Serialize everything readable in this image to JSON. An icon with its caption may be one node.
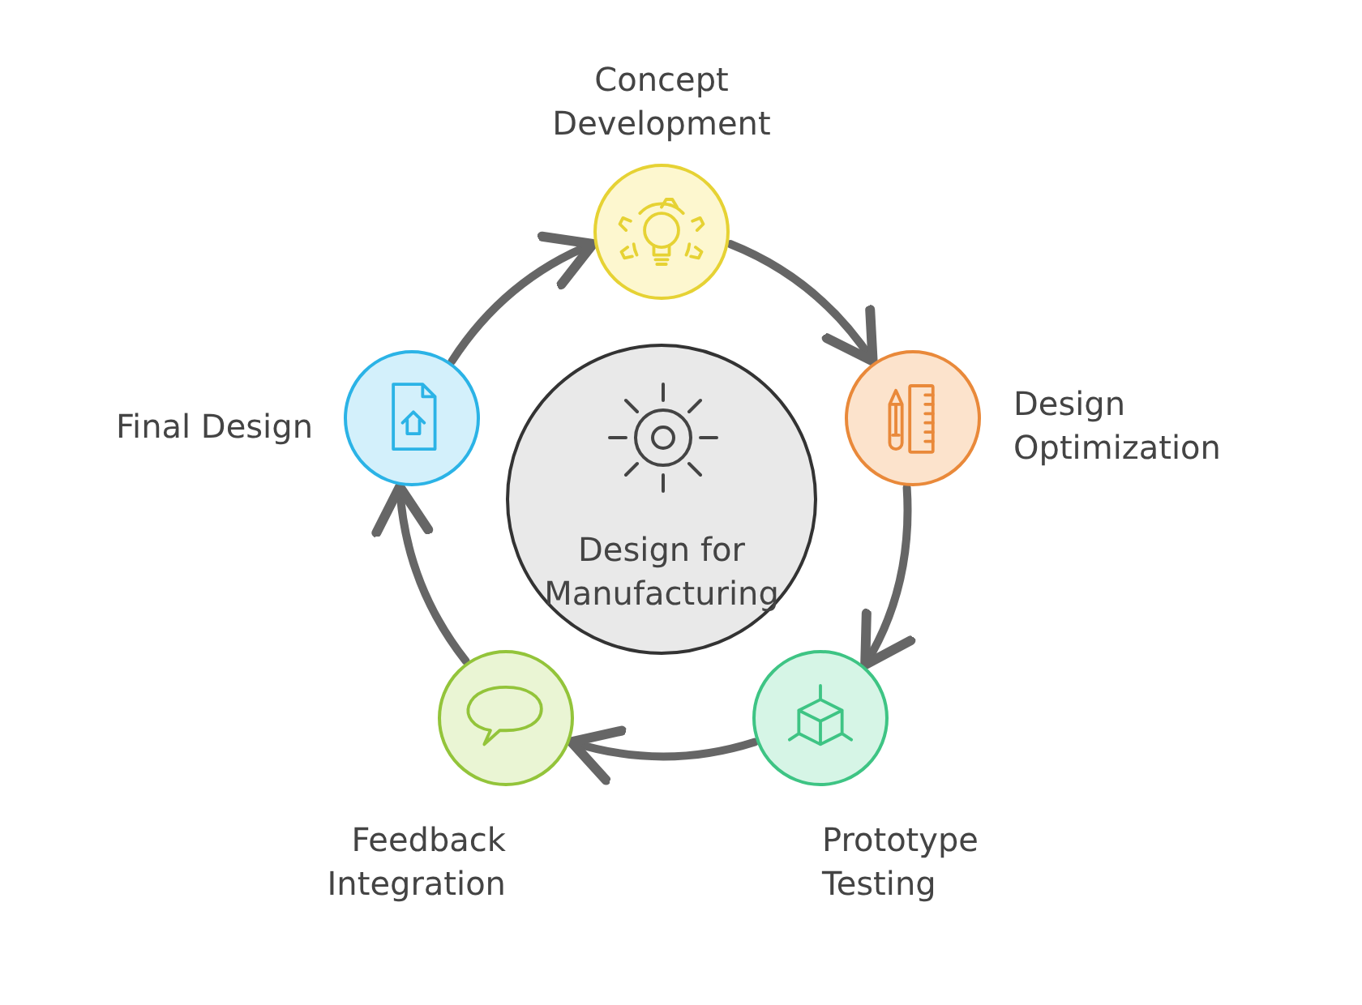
{
  "diagram": {
    "nodes": [
      {
        "text": [
          "Concept Development"
        ]
      },
      {
        "text": [
          "Design Optimization"
        ]
      },
      {
        "text": [
          "Prototype Testing"
        ]
      },
      {
        "text": [
          "Feedback Integration"
        ]
      },
      {
        "text": [
          "Final Design"
        ]
      },
      {
        "text": [
          "Design for Manufacturing"
        ]
      }
    ],
    "edges": [
      {
        "from": 0,
        "to": 1,
        "arrow": "to"
      },
      {
        "from": 1,
        "to": 2,
        "arrow": "to"
      },
      {
        "from": 2,
        "to": 3,
        "arrow": "to"
      },
      {
        "from": 3,
        "to": 4,
        "arrow": "to"
      },
      {
        "from": 4,
        "to": 0,
        "arrow": "to"
      }
    ]
  }
}
